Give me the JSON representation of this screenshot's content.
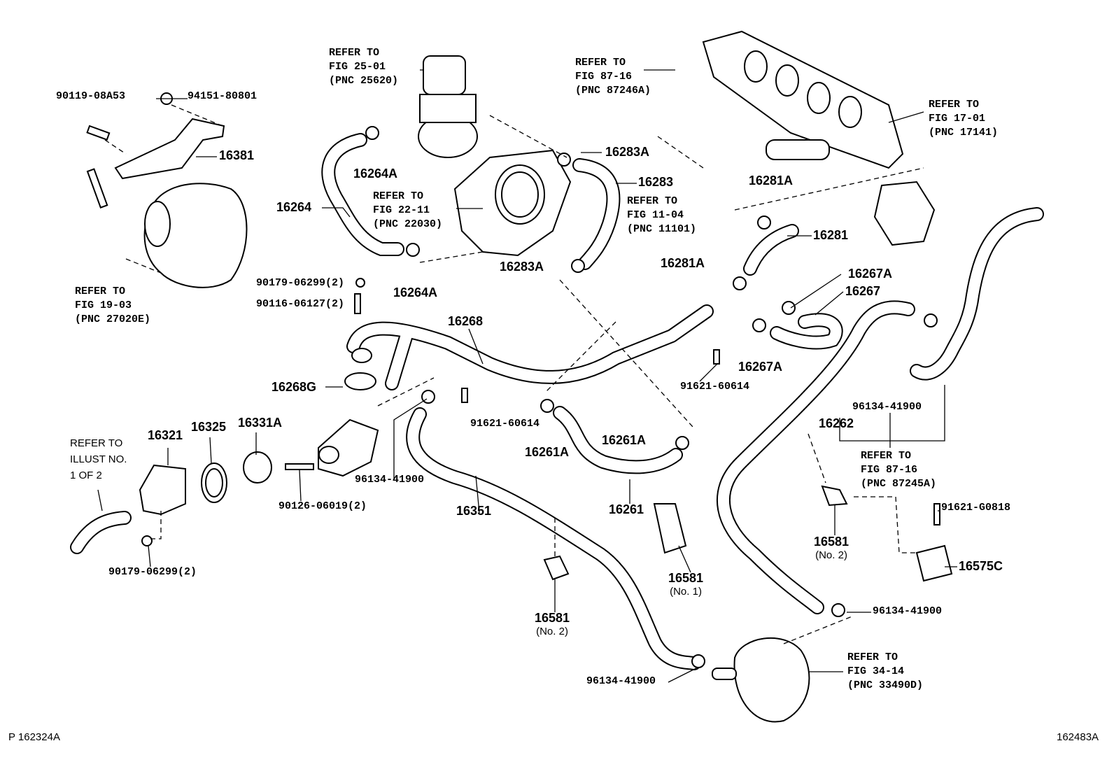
{
  "refer_notes": [
    {
      "lines": [
        "REFER TO",
        "FIG 25-01",
        "(PNC 25620)"
      ]
    },
    {
      "lines": [
        "REFER TO",
        "FIG 87-16",
        "(PNC 87246A)"
      ]
    },
    {
      "lines": [
        "REFER TO",
        "FIG 17-01",
        "(PNC 17141)"
      ]
    },
    {
      "lines": [
        "REFER TO",
        "FIG 22-11",
        "(PNC 22030)"
      ]
    },
    {
      "lines": [
        "REFER TO",
        "FIG 11-04",
        "(PNC 11101)"
      ]
    },
    {
      "lines": [
        "REFER TO",
        "FIG 19-03",
        "(PNC 27020E)"
      ]
    },
    {
      "lines": [
        "REFER TO",
        "FIG 87-16",
        "(PNC 87245A)"
      ]
    },
    {
      "lines": [
        "REFER TO",
        "FIG 34-14",
        "(PNC 33490D)"
      ]
    },
    {
      "lines": [
        "REFER TO",
        "ILLUST NO.",
        "1 OF 2"
      ]
    }
  ],
  "parts": {
    "p90119": "90119-08A53",
    "p94151": "94151-80801",
    "p16381": "16381",
    "p16264A_top": "16264A",
    "p16283A_top": "16283A",
    "p16283": "16283",
    "p16264": "16264",
    "p16281A_top": "16281A",
    "p16281": "16281",
    "p16281A_mid": "16281A",
    "p16283A_mid": "16283A",
    "p16264A_mid": "16264A",
    "p90179_top": "90179-06299(2)",
    "p90116": "90116-06127(2)",
    "p16267A_top": "16267A",
    "p16267": "16267",
    "p16268": "16268",
    "p16267A_low": "16267A",
    "p91621_right": "91621-60614",
    "p16268G": "16268G",
    "p91621_mid": "91621-60614",
    "p96134_right": "96134-41900",
    "p16262": "16262",
    "p16321": "16321",
    "p16325": "16325",
    "p16331A": "16331A",
    "p16261A_right": "16261A",
    "p16261A_left": "16261A",
    "p96134_mid": "96134-41900",
    "p90126": "90126-06019(2)",
    "p16351": "16351",
    "p16261": "16261",
    "p91621G": "91621-G0818",
    "p16581_r": "16581",
    "p16581_r_sub": "(No. 2)",
    "p16575C": "16575C",
    "p16581_m": "16581",
    "p16581_m_sub": "(No. 1)",
    "p90179_low": "90179-06299(2)",
    "p16581_l": "16581",
    "p16581_l_sub": "(No. 2)",
    "p96134_lowright": "96134-41900",
    "p96134_bottom": "96134-41900"
  },
  "footer": {
    "left": "P 162324A",
    "right": "162483A"
  }
}
